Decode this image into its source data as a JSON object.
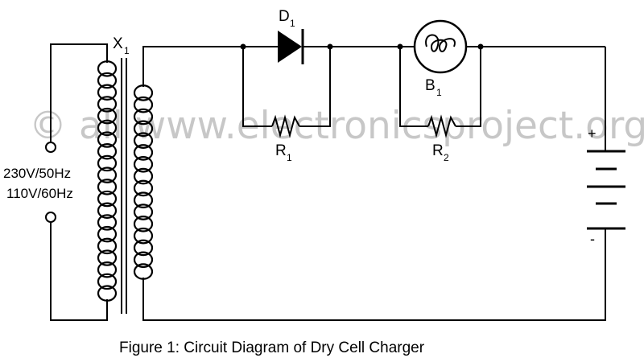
{
  "watermark": "© all www.electronicsproject.org",
  "transformer": {
    "label": "X",
    "subscript": "1"
  },
  "input_voltage": {
    "line1": "230V/50Hz",
    "line2": "110V/60Hz"
  },
  "diode": {
    "label": "D",
    "subscript": "1"
  },
  "resistor_1": {
    "label": "R",
    "subscript": "1"
  },
  "bulb": {
    "label": "B",
    "subscript": "1"
  },
  "resistor_2": {
    "label": "R",
    "subscript": "2"
  },
  "battery": {
    "plus": "+",
    "minus": "-"
  },
  "caption": "Figure 1: Circuit Diagram of Dry Cell Charger"
}
